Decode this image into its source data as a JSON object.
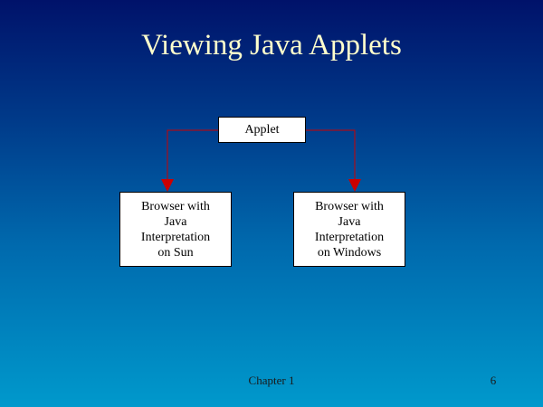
{
  "slide": {
    "title": "Viewing Java Applets",
    "diagram": {
      "top_box": "Applet",
      "left_box_lines": [
        "Browser with",
        "Java",
        "Interpretation",
        "on Sun"
      ],
      "right_box_lines": [
        "Browser with",
        "Java",
        "Interpretation",
        "on Windows"
      ],
      "connector_color": "#cc0000"
    },
    "footer": {
      "chapter": "Chapter 1",
      "page_number": "6"
    }
  }
}
